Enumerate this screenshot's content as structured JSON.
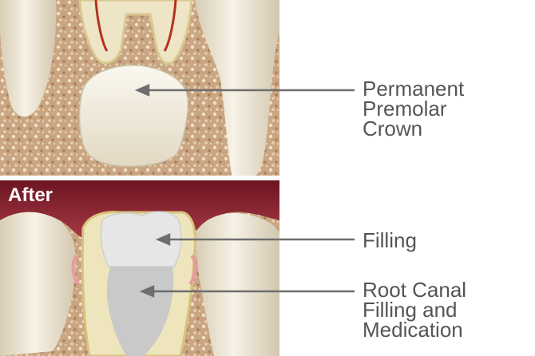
{
  "panels": {
    "after_title": "After"
  },
  "labels": {
    "crown": [
      "Permanent",
      "Premolar",
      "Crown"
    ],
    "filling": [
      "Filling"
    ],
    "root_canal": [
      "Root Canal",
      "Filling and",
      "Medication"
    ]
  },
  "colors": {
    "bone": "#c9a582",
    "gum": "#8c2230",
    "tooth": "#f1ebdd",
    "filling": "#e6e6e6",
    "label_text": "#555555",
    "leader_line": "#6e6e6e"
  }
}
